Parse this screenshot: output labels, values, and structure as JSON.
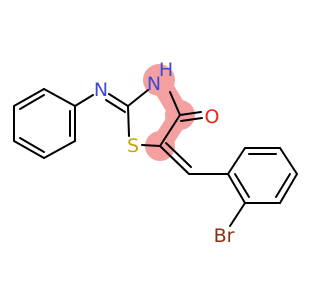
{
  "molecule": {
    "colors": {
      "bond": "#000000",
      "highlight": "#f4a0a0",
      "heteroatom_N": "#3b4bd6",
      "heteroatom_O": "#e8261a",
      "heteroatom_S": "#c8a800",
      "heteroatom_Br": "#8b2f12"
    },
    "atoms": {
      "n_imine": "N",
      "n_ring": "N",
      "h_ring": "H",
      "o_carbonyl": "O",
      "s_ring": "S",
      "br": "Br"
    }
  }
}
